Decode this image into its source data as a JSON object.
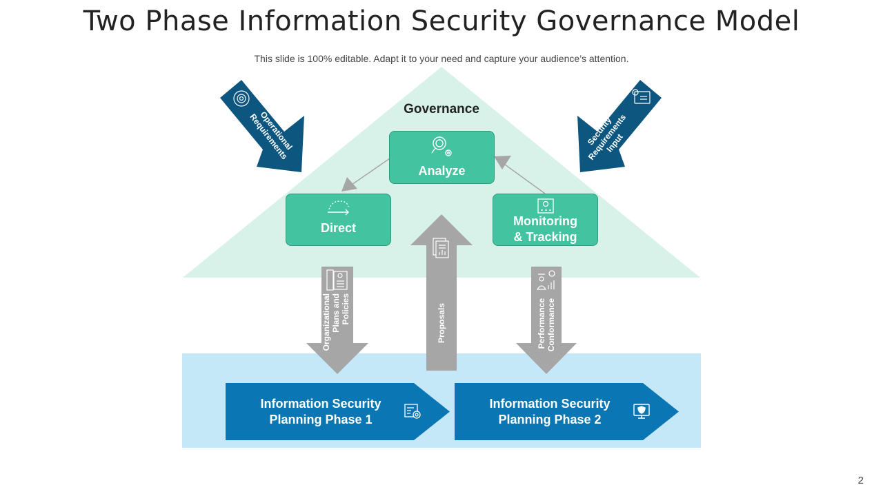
{
  "slide": {
    "title": "Two Phase Information Security Governance Model",
    "subtitle": "This slide is 100% editable. Adapt it to your need and capture your audience’s attention.",
    "page_number": "2"
  },
  "governance": {
    "label": "Governance",
    "analyze": {
      "label": "Analyze",
      "icon": "magnifier-gear-icon"
    },
    "direct": {
      "label": "Direct",
      "icon": "cycle-arrow-icon"
    },
    "monitoring": {
      "label": "Monitoring\n& Tracking",
      "icon": "monitoring-board-icon"
    }
  },
  "inputs": {
    "operational": {
      "label": "Operational\nRequirements",
      "icon": "gear-circle-icon"
    },
    "security": {
      "label": "Security\nRequirements\nInput",
      "icon": "settings-document-icon"
    }
  },
  "flows": {
    "plans": {
      "label": "Organizational\nPlans and\nPolicies",
      "icon": "plans-policies-icon"
    },
    "proposals": {
      "label": "Proposals",
      "icon": "documents-icon"
    },
    "performance": {
      "label": "Performance\nConformance",
      "icon": "performance-chart-icon"
    }
  },
  "phases": {
    "phase1": {
      "label": "Information Security\nPlanning Phase 1",
      "icon": "process-gear-icon"
    },
    "phase2": {
      "label": "Information Security\nPlanning Phase 2",
      "icon": "secure-monitor-icon"
    }
  },
  "colors": {
    "triangle": "#d8f2ea",
    "band": "#c4e8f8",
    "green_box": "#44c3a1",
    "navy_arrow": "#0c5680",
    "chevron": "#0a77b4",
    "gray_arrow": "#a6a6a6"
  }
}
